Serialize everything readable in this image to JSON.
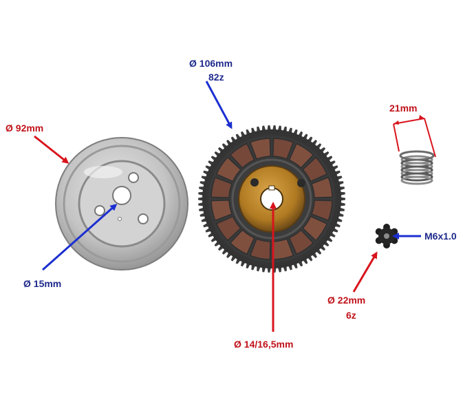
{
  "colors": {
    "red_annotation": "#d8141c",
    "blue_annotation": "#1b2fd0",
    "background": "#ffffff",
    "metal": "#c9c9c9",
    "friction_pad": "#7a4a3d",
    "hub": "#c98f2a"
  },
  "labels": {
    "plate_diameter": "Ø 92mm",
    "plate_bore": "Ø 15mm",
    "gear_diameter": "Ø 106mm",
    "gear_teeth": "82z",
    "gear_bore": "Ø 14/16,5mm",
    "spring_length": "21mm",
    "nut_thread": "M6x1.0",
    "nut_diameter": "Ø 22mm",
    "nut_teeth": "6z"
  },
  "parts": [
    "clutch-plate",
    "clutch-gear",
    "spring",
    "star-nut"
  ]
}
